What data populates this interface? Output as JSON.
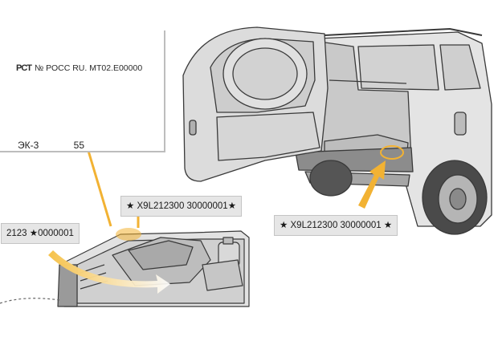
{
  "plate": {
    "cert_mark": "PCT",
    "cert_text": "№ РОСС RU. МТ02.Е00000",
    "type_code": "ЭК-3",
    "number": "55"
  },
  "labels": {
    "engine_number": "2123 ★0000001",
    "vin_engine_bay": "★ X9L212300 30000001★",
    "vin_rear": "★ X9L212300 30000001 ★"
  },
  "colors": {
    "callout_bg": "#e6e6e6",
    "arrow": "#f2b233",
    "car_body": "#e4e4e4",
    "outline": "#3a3a3a"
  }
}
